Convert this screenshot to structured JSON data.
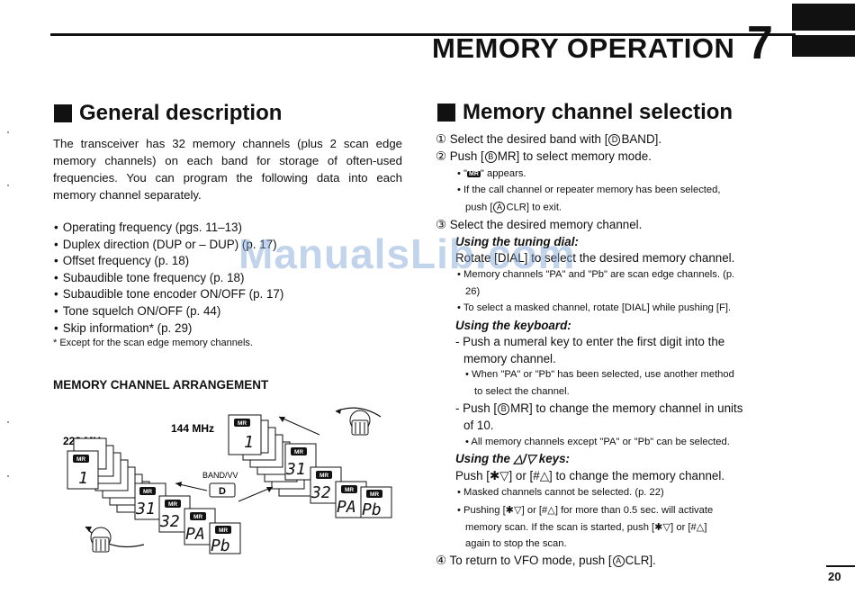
{
  "header": {
    "title": "MEMORY OPERATION",
    "chapter": "7"
  },
  "left": {
    "heading": "General description",
    "paragraph": "The transceiver has 32 memory channels (plus 2 scan edge memory channels) on each band for storage of often-used frequencies. You can program the following data into each memory channel separately.",
    "bullets": [
      "Operating frequency (pgs. 11–13)",
      "Duplex direction (DUP or – DUP) (p. 17)",
      "Offset frequency (p. 18)",
      "Subaudible tone frequency (p. 18)",
      "Subaudible tone encoder ON/OFF (p. 17)",
      "Tone squelch ON/OFF (p. 44)",
      "Skip information* (p. 29)"
    ],
    "footnote": "* Except for the scan edge memory channels.",
    "arrangement_title": "MEMORY CHANNEL ARRANGEMENT",
    "diagram": {
      "label_144": "144 MHz",
      "label_222": "222 MHz",
      "band_label": "BAND/VV",
      "band_key": "D",
      "mr": "MR",
      "ch1": "1",
      "ch31": "31",
      "ch32": "32",
      "pa": "PA",
      "pb": "Pb"
    }
  },
  "right": {
    "heading": "Memory channel selection",
    "step1_num": "①",
    "step1_a": "Select the desired band with [",
    "step1_key": "D",
    "step1_b": "BAND].",
    "step2_num": "②",
    "step2_a": "Push [",
    "step2_key": "B",
    "step2_b": "MR] to select memory mode.",
    "s2_note1_a": "\"",
    "s2_note1_tag": "MR",
    "s2_note1_b": "\" appears.",
    "s2_note2": "If the call channel or repeater memory has been selected,",
    "s2_note2b_a": "push [",
    "s2_note2b_key": "A",
    "s2_note2b_b": "CLR] to exit.",
    "step3_num": "③",
    "step3": "Select the desired memory channel.",
    "dial_head": "Using the tuning dial:",
    "dial_text": "Rotate [DIAL] to select the desired memory channel.",
    "dial_note1": "Memory channels \"PA\" and \"Pb\" are scan edge channels. (p.",
    "dial_note1b": "26)",
    "dial_note2": "To select a masked channel, rotate [DIAL] while pushing [F].",
    "kb_head": "Using the keyboard:",
    "kb_1": "- Push a numeral key to enter the first digit into the",
    "kb_1b": "memory channel.",
    "kb_note1": "When \"PA\" or \"Pb\" has been selected, use another method",
    "kb_note1b": "to select the channel.",
    "kb_2_a": "- Push [",
    "kb_2_key": "B",
    "kb_2_b": "MR] to change the memory channel in units",
    "kb_2b": "of 10.",
    "kb_note2": "All memory channels except \"PA\" or \"Pb\" can be selected.",
    "keys_head": "Using the △/▽ keys:",
    "keys_text": "Push [✱▽] or [#△] to change the memory channel.",
    "keys_note1": "Masked channels cannot be selected. (p. 22)",
    "keys_note2": "Pushing [✱▽] or [#△] for more than 0.5 sec. will activate",
    "keys_note2b": "memory scan. If the scan is started, push [✱▽] or [#△]",
    "keys_note2c": "again to stop the scan.",
    "step4_num": "④",
    "step4_a": "To return to VFO mode, push [",
    "step4_key": "A",
    "step4_b": "CLR]."
  },
  "watermark": "ManualsLib.com",
  "page_number": "20"
}
